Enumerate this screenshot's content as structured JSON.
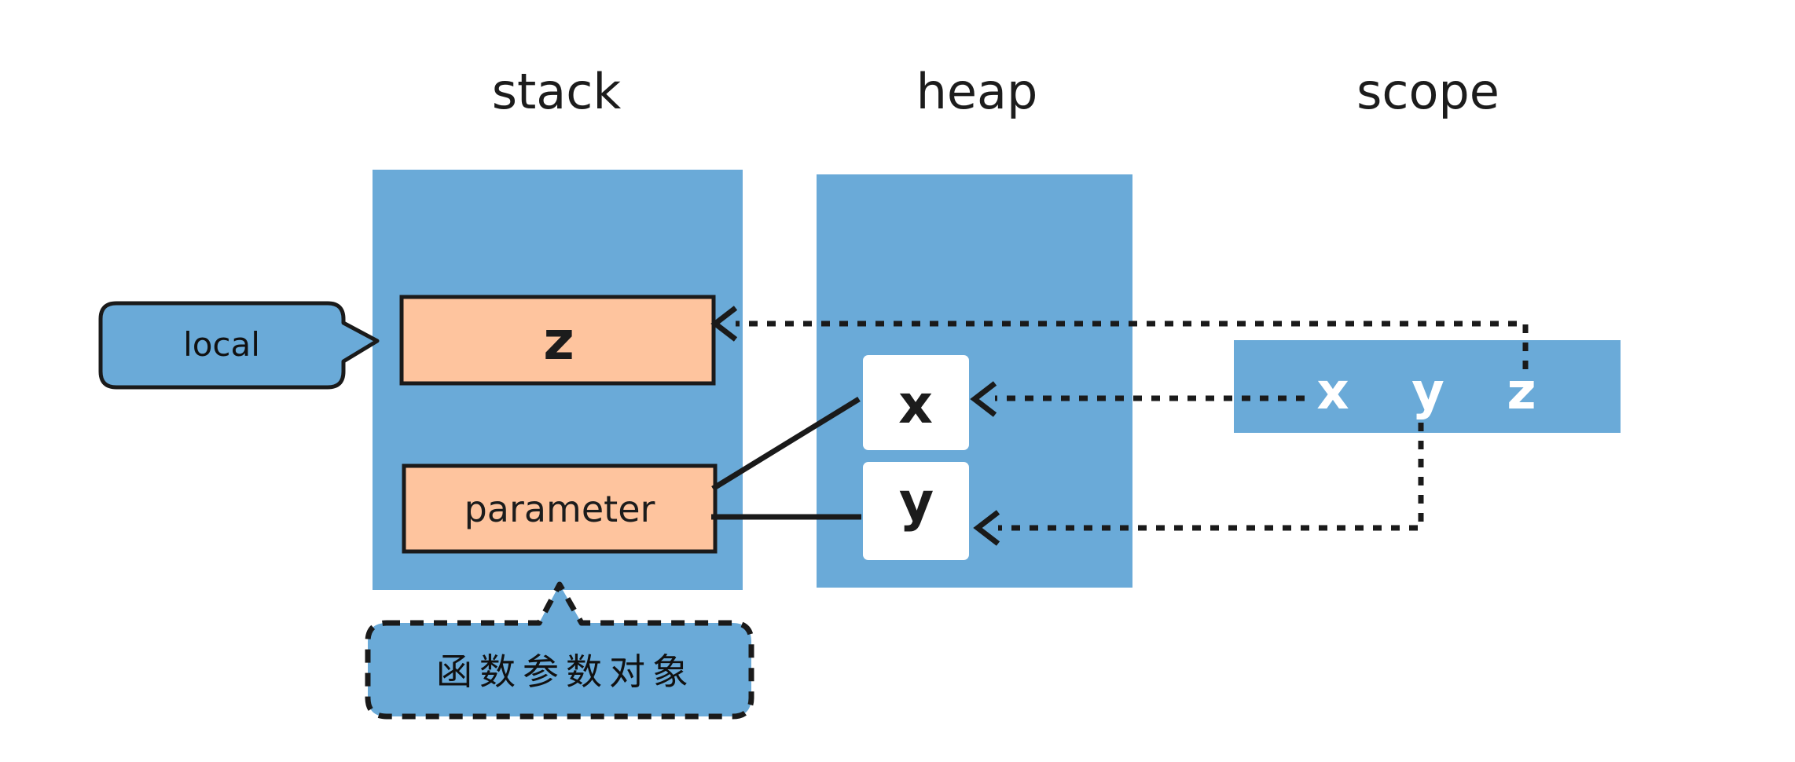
{
  "columns": {
    "stack": "stack",
    "heap": "heap",
    "scope": "scope"
  },
  "stack": {
    "local_callout": "local",
    "z_cell": "z",
    "parameter_cell": "parameter",
    "annotation": "函数参数对象"
  },
  "heap": {
    "x_cell": "x",
    "y_cell": "y"
  },
  "scope": {
    "var_x": "x",
    "var_y": "y",
    "var_z": "z"
  },
  "colors": {
    "region_blue": "#6aaad8",
    "cell_peach": "#fec49e",
    "box_white": "#ffffff",
    "ink": "#1a1a1a",
    "background": "#ffffff"
  }
}
